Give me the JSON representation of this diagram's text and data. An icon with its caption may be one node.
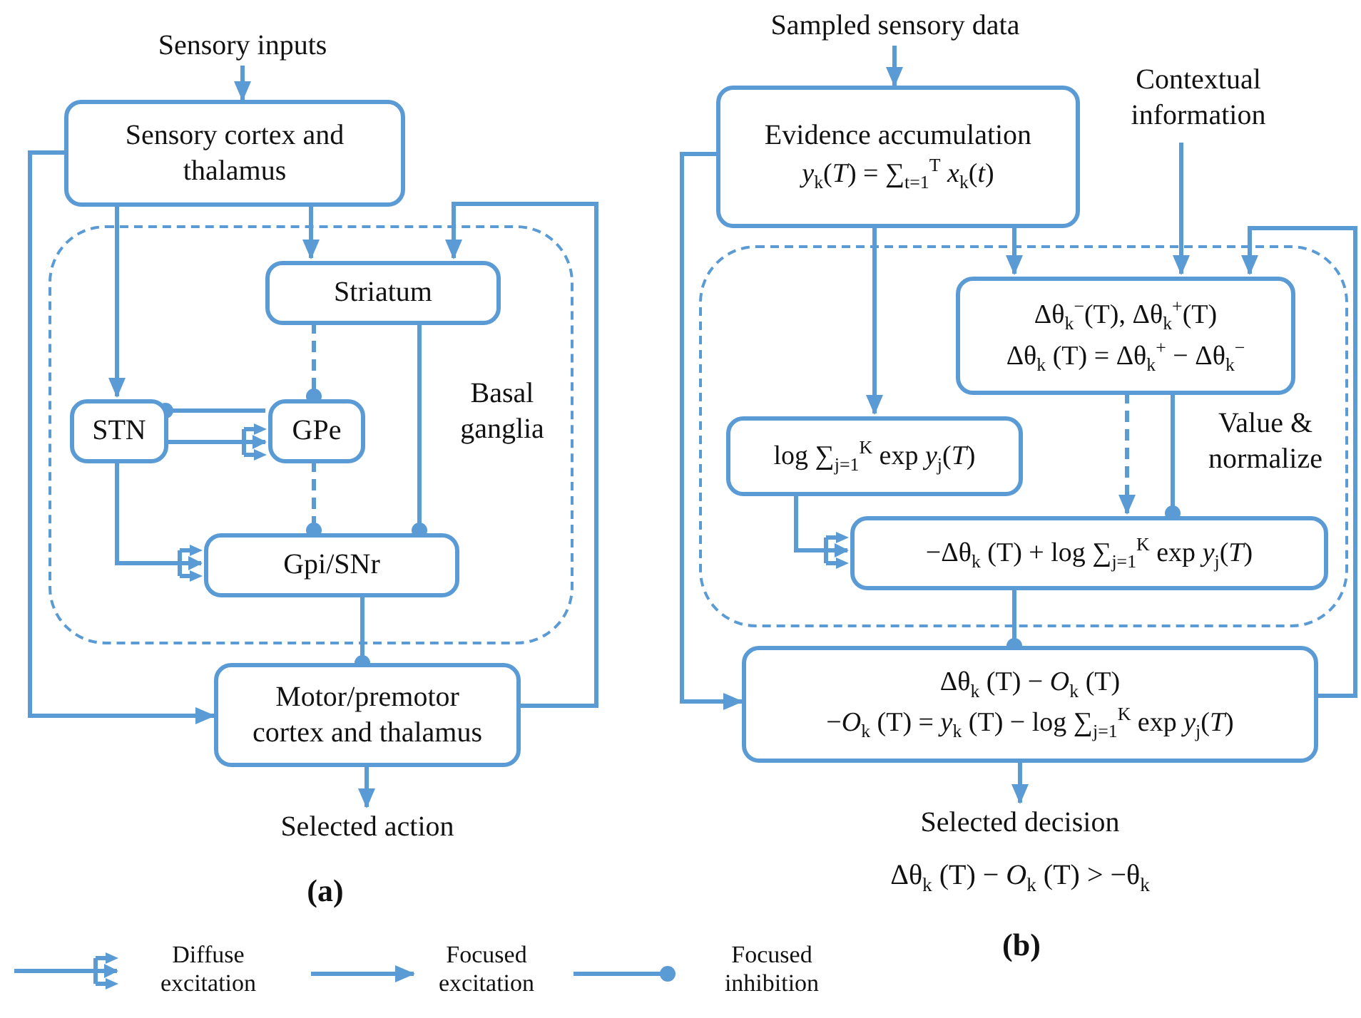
{
  "diagram": {
    "nodes": [
      {
        "text": [
          "Sensory inputs"
        ]
      },
      {
        "text": [
          "Sensory cortex and thalamus"
        ]
      },
      {
        "text": [
          "Basal ganglia"
        ]
      },
      {
        "text": [
          "Striatum"
        ],
        "in": 2
      },
      {
        "text": [
          "STN"
        ],
        "in": 2
      },
      {
        "text": [
          "GPe"
        ],
        "in": 2
      },
      {
        "text": [
          "Gpi/SNr"
        ],
        "in": 2
      },
      {
        "text": [
          "Motor/premotor cortex and thalamus"
        ]
      },
      {
        "text": [
          "Selected action"
        ]
      },
      {
        "text": [
          "Sampled sensory data"
        ]
      },
      {
        "text": [
          "Evidence accumulation",
          "*y*$_{k}$(*T*) = ∑$_{t=1}$$^{T}$ *x*$_{k}$(*t*)"
        ]
      },
      {
        "text": [
          "Contextual information"
        ]
      },
      {
        "text": [
          "Value & normalize"
        ]
      },
      {
        "text": [
          "Δθ$_{k}$$^{−}$(T),  Δθ$_{k}$$^{+}$(T)",
          "Δθ$_{k}$ (T) = Δθ$_{k}$$^{+}$ − Δθ$_{k}$$^{−}$"
        ],
        "in": 12
      },
      {
        "text": [
          "log ∑$_{j=1}$$^{K}$ exp *y*$_{j}$(*T*)"
        ],
        "in": 12
      },
      {
        "text": [
          "−Δθ$_{k}$ (T) + log ∑$_{j=1}$$^{K}$ exp *y*$_{j}$(*T*)"
        ],
        "in": 12
      },
      {
        "text": [
          "Δθ$_{k}$ (T) − *O*$_{k}$ (T)",
          "−*O*$_{k}$ (T) = *y*$_{k}$ (T) − log ∑$_{j=1}$$^{K}$ exp *y*$_{j}$(*T*)"
        ]
      },
      {
        "text": [
          "Selected decision"
        ]
      }
    ],
    "edges": [
      {
        "from": 0,
        "to": 1,
        "arrow": "to"
      },
      {
        "from": 1,
        "to": 4,
        "arrow": "to"
      },
      {
        "from": 1,
        "to": 3,
        "arrow": "to"
      },
      {
        "from": 7,
        "to": 3,
        "arrow": "to"
      },
      {
        "from": 1,
        "to": 7,
        "arrow": "to"
      },
      {
        "from": 3,
        "to": 5,
        "arrow": "other",
        "style": "dashed"
      },
      {
        "from": 5,
        "to": 4,
        "arrow": "other"
      },
      {
        "from": 4,
        "to": 5,
        "arrow": "to"
      },
      {
        "from": 4,
        "to": 6,
        "arrow": "to"
      },
      {
        "from": 5,
        "to": 6,
        "arrow": "other",
        "style": "dashed"
      },
      {
        "from": 3,
        "to": 6,
        "arrow": "other"
      },
      {
        "from": 6,
        "to": 7,
        "arrow": "other"
      },
      {
        "from": 7,
        "to": 8,
        "arrow": "to"
      },
      {
        "from": 9,
        "to": 10,
        "arrow": "to"
      },
      {
        "from": 10,
        "to": 14,
        "arrow": "to"
      },
      {
        "from": 10,
        "to": 13,
        "arrow": "to"
      },
      {
        "from": 11,
        "to": 13,
        "arrow": "to"
      },
      {
        "from": 16,
        "to": 13,
        "arrow": "to"
      },
      {
        "from": 10,
        "to": 16,
        "arrow": "to"
      },
      {
        "from": 13,
        "to": 15,
        "arrow": "to",
        "style": "dashed"
      },
      {
        "from": 13,
        "to": 15,
        "arrow": "other"
      },
      {
        "from": 14,
        "to": 15,
        "arrow": "to"
      },
      {
        "from": 15,
        "to": 16,
        "arrow": "other"
      },
      {
        "from": 16,
        "to": 17,
        "arrow": "to"
      }
    ],
    "labels": [
      "Δθ$_{k}$ (T) − *O*$_{k}$ (T) > −θ$_{k}$",
      "(a)",
      "(b)"
    ],
    "legend": [
      {
        "text": "Diffuse excitation"
      },
      {
        "text": "Focused excitation"
      },
      {
        "text": "Focused inhibition"
      }
    ]
  }
}
